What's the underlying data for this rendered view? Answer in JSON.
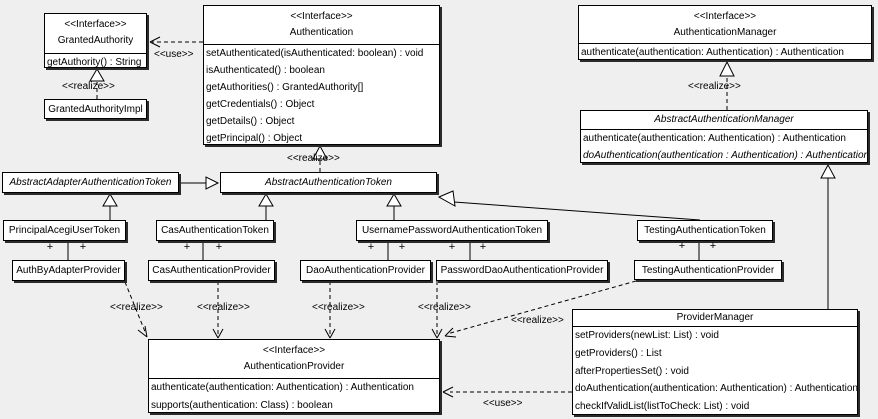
{
  "diagram": {
    "colors": {
      "background": "#efefef",
      "box_fill": "#ffffff",
      "line": "#000000",
      "shadow": "#2b2b2b"
    },
    "classes": {
      "granted_authority": {
        "stereotype": "<<Interface>>",
        "name": "GrantedAuthority",
        "methods": [
          "getAuthority() : String"
        ]
      },
      "granted_authority_impl": {
        "name": "GrantedAuthorityImpl"
      },
      "authentication": {
        "stereotype": "<<Interface>>",
        "name": "Authentication",
        "methods": [
          "setAuthenticated(isAuthenticated: boolean) : void",
          "isAuthenticated() : boolean",
          "getAuthorities() : GrantedAuthority[]",
          "getCredentials() : Object",
          "getDetails() : Object",
          "getPrincipal() : Object"
        ]
      },
      "authentication_manager": {
        "stereotype": "<<Interface>>",
        "name": "AuthenticationManager",
        "methods": [
          "authenticate(authentication: Authentication) : Authentication"
        ]
      },
      "abstract_authentication_manager": {
        "name": "AbstractAuthenticationManager",
        "methods": [
          "authenticate(authentication: Authentication) : Authentication",
          "doAuthentication(authentication : Authentication) : Authentication"
        ]
      },
      "abstract_adapter_authentication_token": {
        "name": "AbstractAdapterAuthenticationToken"
      },
      "abstract_authentication_token": {
        "name": "AbstractAuthenticationToken"
      },
      "principal_acegi_user_token": {
        "name": "PrincipalAcegiUserToken"
      },
      "cas_authentication_token": {
        "name": "CasAuthenticationToken"
      },
      "username_password_authentication_token": {
        "name": "UsernamePasswordAuthenticationToken"
      },
      "testing_authentication_token": {
        "name": "TestingAuthenticationToken"
      },
      "auth_by_adapter_provider": {
        "name": "AuthByAdapterProvider"
      },
      "cas_authentication_provider": {
        "name": "CasAuthenticationProvider"
      },
      "dao_authentication_provider": {
        "name": "DaoAuthenticationProvider"
      },
      "password_dao_authentication_provider": {
        "name": "PasswordDaoAuthenticationProvider"
      },
      "testing_authentication_provider": {
        "name": "TestingAuthenticationProvider"
      },
      "authentication_provider": {
        "stereotype": "<<Interface>>",
        "name": "AuthenticationProvider",
        "methods": [
          "authenticate(authentication: Authentication) : Authentication",
          "supports(authentication: Class) : boolean"
        ]
      },
      "provider_manager": {
        "name": "ProviderManager",
        "methods": [
          "setProviders(newList: List) : void",
          "getProviders() : List",
          "afterPropertiesSet() : void",
          "doAuthentication(authentication: Authentication) : Authentication",
          "checkIfValidList(listToCheck: List) : void"
        ]
      }
    },
    "edge_labels": {
      "use": "<<use>>",
      "realize": "<<realize>>",
      "plus": "+"
    }
  }
}
